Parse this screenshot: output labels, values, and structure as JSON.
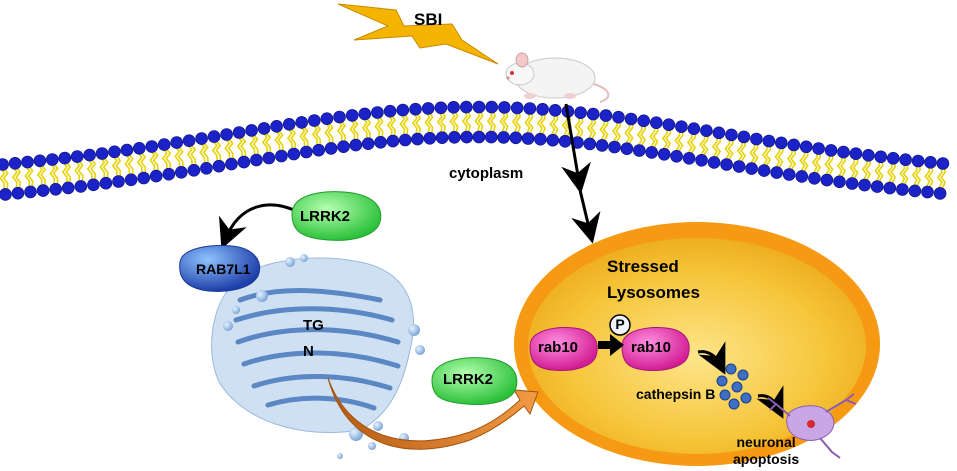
{
  "labels": {
    "sbi": "SBI",
    "cytoplasm": "cytoplasm",
    "lrrk2_top": "LRRK2",
    "rab7l1": "RAB7L1",
    "tgn_line1": "TG",
    "tgn_line2": "N",
    "lrrk2_bottom": "LRRK2",
    "stressed": "Stressed",
    "lysosomes": "Lysosomes",
    "rab10_left": "rab10",
    "phospho": "P",
    "rab10_right": "rab10",
    "cathepsin": "cathepsin B",
    "neuronal": "neuronal",
    "apoptosis": "apoptosis"
  },
  "icons": [
    "lightning-icon",
    "mouse-icon",
    "membrane-icon",
    "golgi-icon",
    "lysosome-icon",
    "neuron-icon"
  ],
  "colors": {
    "lightning": "#f5b400",
    "membrane_head": "#1a22c8",
    "membrane_tail": "#e8d200",
    "lrrk2": "#3fd24a",
    "rab7l1": "#2a56c8",
    "golgi": "#5b8ec8",
    "lysosome_rim": "#f59a12",
    "lysosome_fill": "#f2c23a",
    "rab10": "#e23aa8",
    "cathepsin": "#3d6fc4",
    "arrow_orange": "#e07a28",
    "neuron": "#b88bd6"
  }
}
